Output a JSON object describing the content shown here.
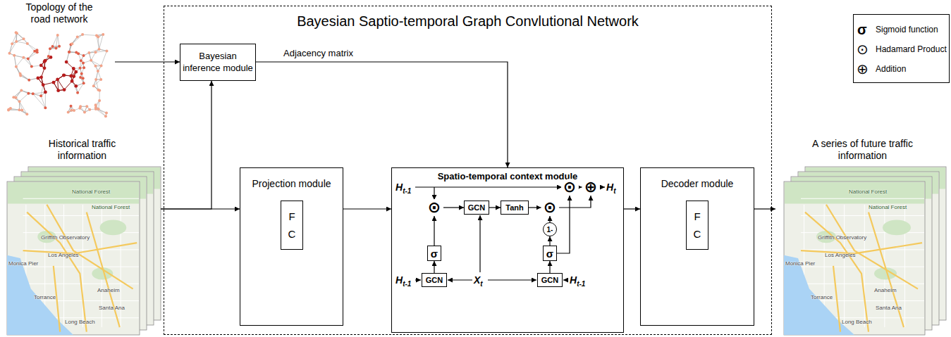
{
  "diagram": {
    "nodes": [
      {
        "text": [
          "Topology of the road network"
        ]
      },
      {
        "text": [
          "Historical traffic information"
        ]
      },
      {
        "text": [
          "Bayesian Saptio-temporal Graph Convlutional Network"
        ]
      },
      {
        "text": [
          "Bayesian inference module"
        ],
        "in": 2
      },
      {
        "text": [
          "Projection module"
        ],
        "in": 2
      },
      {
        "text": [
          "F C"
        ],
        "in": 4
      },
      {
        "text": [
          "Spatio-temporal context module"
        ],
        "in": 2
      },
      {
        "text": [
          "⊙"
        ],
        "in": 6
      },
      {
        "text": [
          "GCN"
        ],
        "in": 6
      },
      {
        "text": [
          "Tanh"
        ],
        "in": 6
      },
      {
        "text": [
          "⊙"
        ],
        "in": 6
      },
      {
        "text": [
          "⊙"
        ],
        "in": 6
      },
      {
        "text": [
          "⊕"
        ],
        "in": 6
      },
      {
        "text": [
          "1-"
        ],
        "in": 6
      },
      {
        "text": [
          "σ"
        ],
        "in": 6
      },
      {
        "text": [
          "σ"
        ],
        "in": 6
      },
      {
        "text": [
          "GCN"
        ],
        "in": 6
      },
      {
        "text": [
          "GCN"
        ],
        "in": 6
      },
      {
        "text": [
          "Decoder module"
        ],
        "in": 2
      },
      {
        "text": [
          "F C"
        ],
        "in": 18
      },
      {
        "text": [
          "A series of future traffic information"
        ]
      }
    ],
    "edges": [
      {
        "from": 0,
        "to": 3,
        "arrow": "to"
      },
      {
        "from": 1,
        "to": 3,
        "arrow": "to"
      },
      {
        "from": 1,
        "to": 4,
        "arrow": "to"
      },
      {
        "from": 3,
        "to": 6,
        "label": "Adjacency matrix",
        "arrow": "to"
      },
      {
        "from": 4,
        "to": 6,
        "arrow": "to"
      },
      {
        "from": 6,
        "to": 18,
        "arrow": "to"
      },
      {
        "from": 18,
        "to": 20,
        "arrow": "to"
      },
      {
        "from": 7,
        "to": 8,
        "arrow": "to"
      },
      {
        "from": 8,
        "to": 9,
        "arrow": "to"
      },
      {
        "from": 9,
        "to": 10,
        "arrow": "to"
      },
      {
        "from": 10,
        "to": 12,
        "arrow": "to"
      },
      {
        "from": 11,
        "to": 12,
        "arrow": "to"
      },
      {
        "from": 14,
        "to": 7,
        "arrow": "to"
      },
      {
        "from": 16,
        "to": 14,
        "arrow": "to"
      },
      {
        "from": 17,
        "to": 15,
        "arrow": "to"
      },
      {
        "from": 15,
        "to": 13,
        "arrow": "to"
      },
      {
        "from": 13,
        "to": 10,
        "arrow": "to"
      },
      {
        "from": 15,
        "to": 11,
        "arrow": "to"
      }
    ],
    "labels": [
      "Ht-1",
      "Ht",
      "Ht-1",
      "Xt",
      "Ht-1",
      "σ",
      "⊙",
      "⊕",
      "National Forest",
      "National Forest",
      "Griffith Observatory",
      "Los Angeles",
      "Monica Pier",
      "Torrance",
      "Anaheim",
      "Long Beach",
      "Santa Ana",
      "National Forest",
      "National Forest",
      "Griffith Observatory",
      "Los Angeles",
      "Monica Pier",
      "Torrance",
      "Anaheim",
      "Long Beach",
      "Santa Ana"
    ],
    "legend": [
      {
        "text": "Sigmoid function"
      },
      {
        "text": "Hadamard Product"
      },
      {
        "text": "Addition"
      }
    ]
  }
}
